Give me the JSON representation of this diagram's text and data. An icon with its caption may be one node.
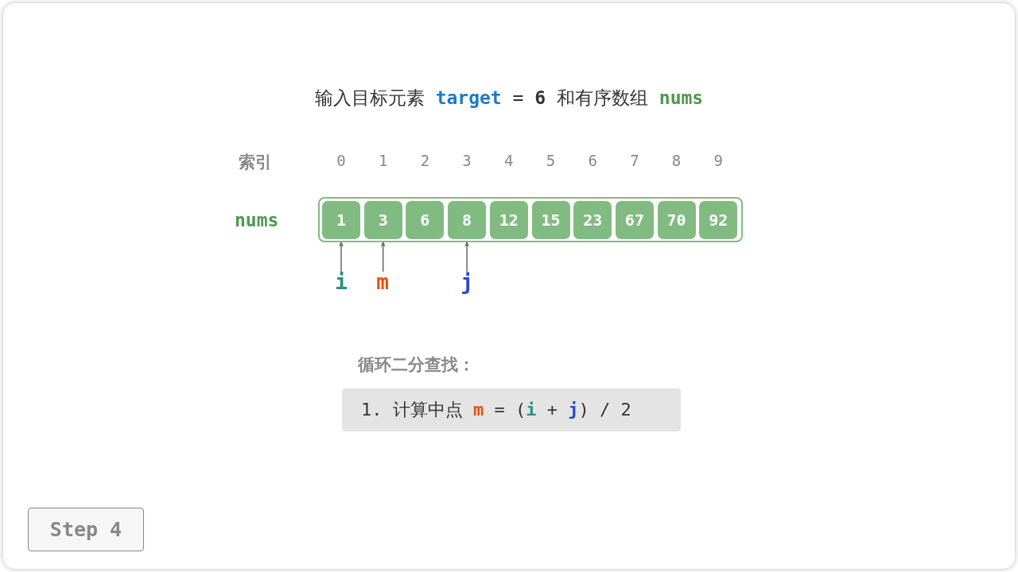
{
  "diagram": {
    "title": "输入目标元素 **target** = **6** 和有序数组 **nums**",
    "nodes": [
      {
        "text": [],
        "shape": "box",
        "beside": [
          "nums"
        ]
      },
      {
        "text": [
          "1"
        ],
        "in": 0,
        "beside": [
          "0"
        ]
      },
      {
        "text": [
          "3"
        ],
        "in": 0,
        "beside": [
          "1"
        ]
      },
      {
        "text": [
          "6"
        ],
        "in": 0,
        "beside": [
          "2"
        ]
      },
      {
        "text": [
          "8"
        ],
        "in": 0,
        "beside": [
          "3"
        ]
      },
      {
        "text": [
          "12"
        ],
        "in": 0,
        "beside": [
          "4"
        ]
      },
      {
        "text": [
          "15"
        ],
        "in": 0,
        "beside": [
          "5"
        ]
      },
      {
        "text": [
          "23"
        ],
        "in": 0,
        "beside": [
          "6"
        ]
      },
      {
        "text": [
          "67"
        ],
        "in": 0,
        "beside": [
          "7"
        ]
      },
      {
        "text": [
          "70"
        ],
        "in": 0,
        "beside": [
          "8"
        ]
      },
      {
        "text": [
          "92"
        ],
        "in": 0,
        "beside": [
          "9"
        ]
      },
      {
        "text": [
          "i"
        ]
      },
      {
        "text": [
          "m"
        ]
      },
      {
        "text": [
          "j"
        ]
      },
      {
        "text": [
          "循环二分查找：",
          "1. 计算中点 **m** = (**i** + **j**) / 2"
        ]
      },
      {
        "text": [
          "Step 4"
        ]
      }
    ],
    "edges": [
      {
        "from": 11,
        "to": 1,
        "arrow": "to"
      },
      {
        "from": 12,
        "to": 2,
        "arrow": "to"
      },
      {
        "from": 13,
        "to": 4,
        "arrow": "to"
      }
    ],
    "labels": [
      "索引"
    ]
  }
}
